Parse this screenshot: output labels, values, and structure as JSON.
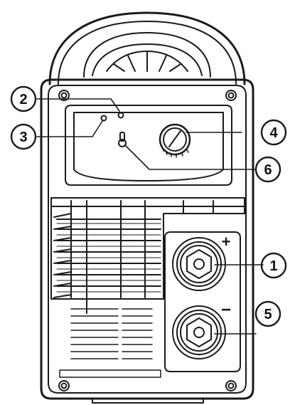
{
  "colors": {
    "stroke": "#1a1a1a",
    "panel_fill": "#ffffff",
    "background": "#ffffff"
  },
  "callouts": [
    {
      "id": "1",
      "label": "1",
      "target": "positive-output-terminal"
    },
    {
      "id": "2",
      "label": "2",
      "target": "indicator-led-upper"
    },
    {
      "id": "3",
      "label": "3",
      "target": "indicator-led-lower"
    },
    {
      "id": "4",
      "label": "4",
      "target": "control-knob"
    },
    {
      "id": "5",
      "label": "5",
      "target": "negative-output-terminal"
    },
    {
      "id": "6",
      "label": "6",
      "target": "toggle-switch"
    }
  ],
  "polarity": {
    "positive": "+",
    "negative": "−"
  }
}
